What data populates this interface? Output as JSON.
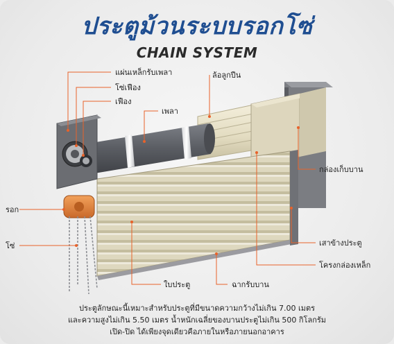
{
  "title_th": "ประตูม้วนระบบรอกโซ่",
  "title_en": "CHAIN SYSTEM",
  "labels": {
    "plate": "แผ่นเหล็กรับเพลา",
    "chain_gear": "โซ่เฟือง",
    "gear": "เฟือง",
    "shaft": "เพลา",
    "bearing": "ล้อลูกปืน",
    "box": "กล่องเก็บบาน",
    "pulley": "รอก",
    "chain": "โซ่",
    "post": "เสาข้างประตู",
    "frame": "โครงกล่องเหล็ก",
    "slat": "ใบประตู",
    "bottom_bar": "ฉากรับบาน"
  },
  "description": [
    "ประตูลักษณะนี้เหมาะสำหรับประตูที่มีขนาดความกว้างไม่เกิน 7.00 เมตร",
    "และความสูงไม่เกิน 5.50 เมตร น้ำหนักเฉลี่ยของบานประตูไม่เกิน 500 กิโลกรัม",
    "เปิด-ปิด ได้เพียงจุดเดียวคือภายในหรือภายนอกอาคาร"
  ],
  "colors": {
    "title": "#1f4e91",
    "leader": "#e8622a",
    "shaft": "#5f6166",
    "slat": "#e9e2c9",
    "pulley": "#e0823a"
  }
}
